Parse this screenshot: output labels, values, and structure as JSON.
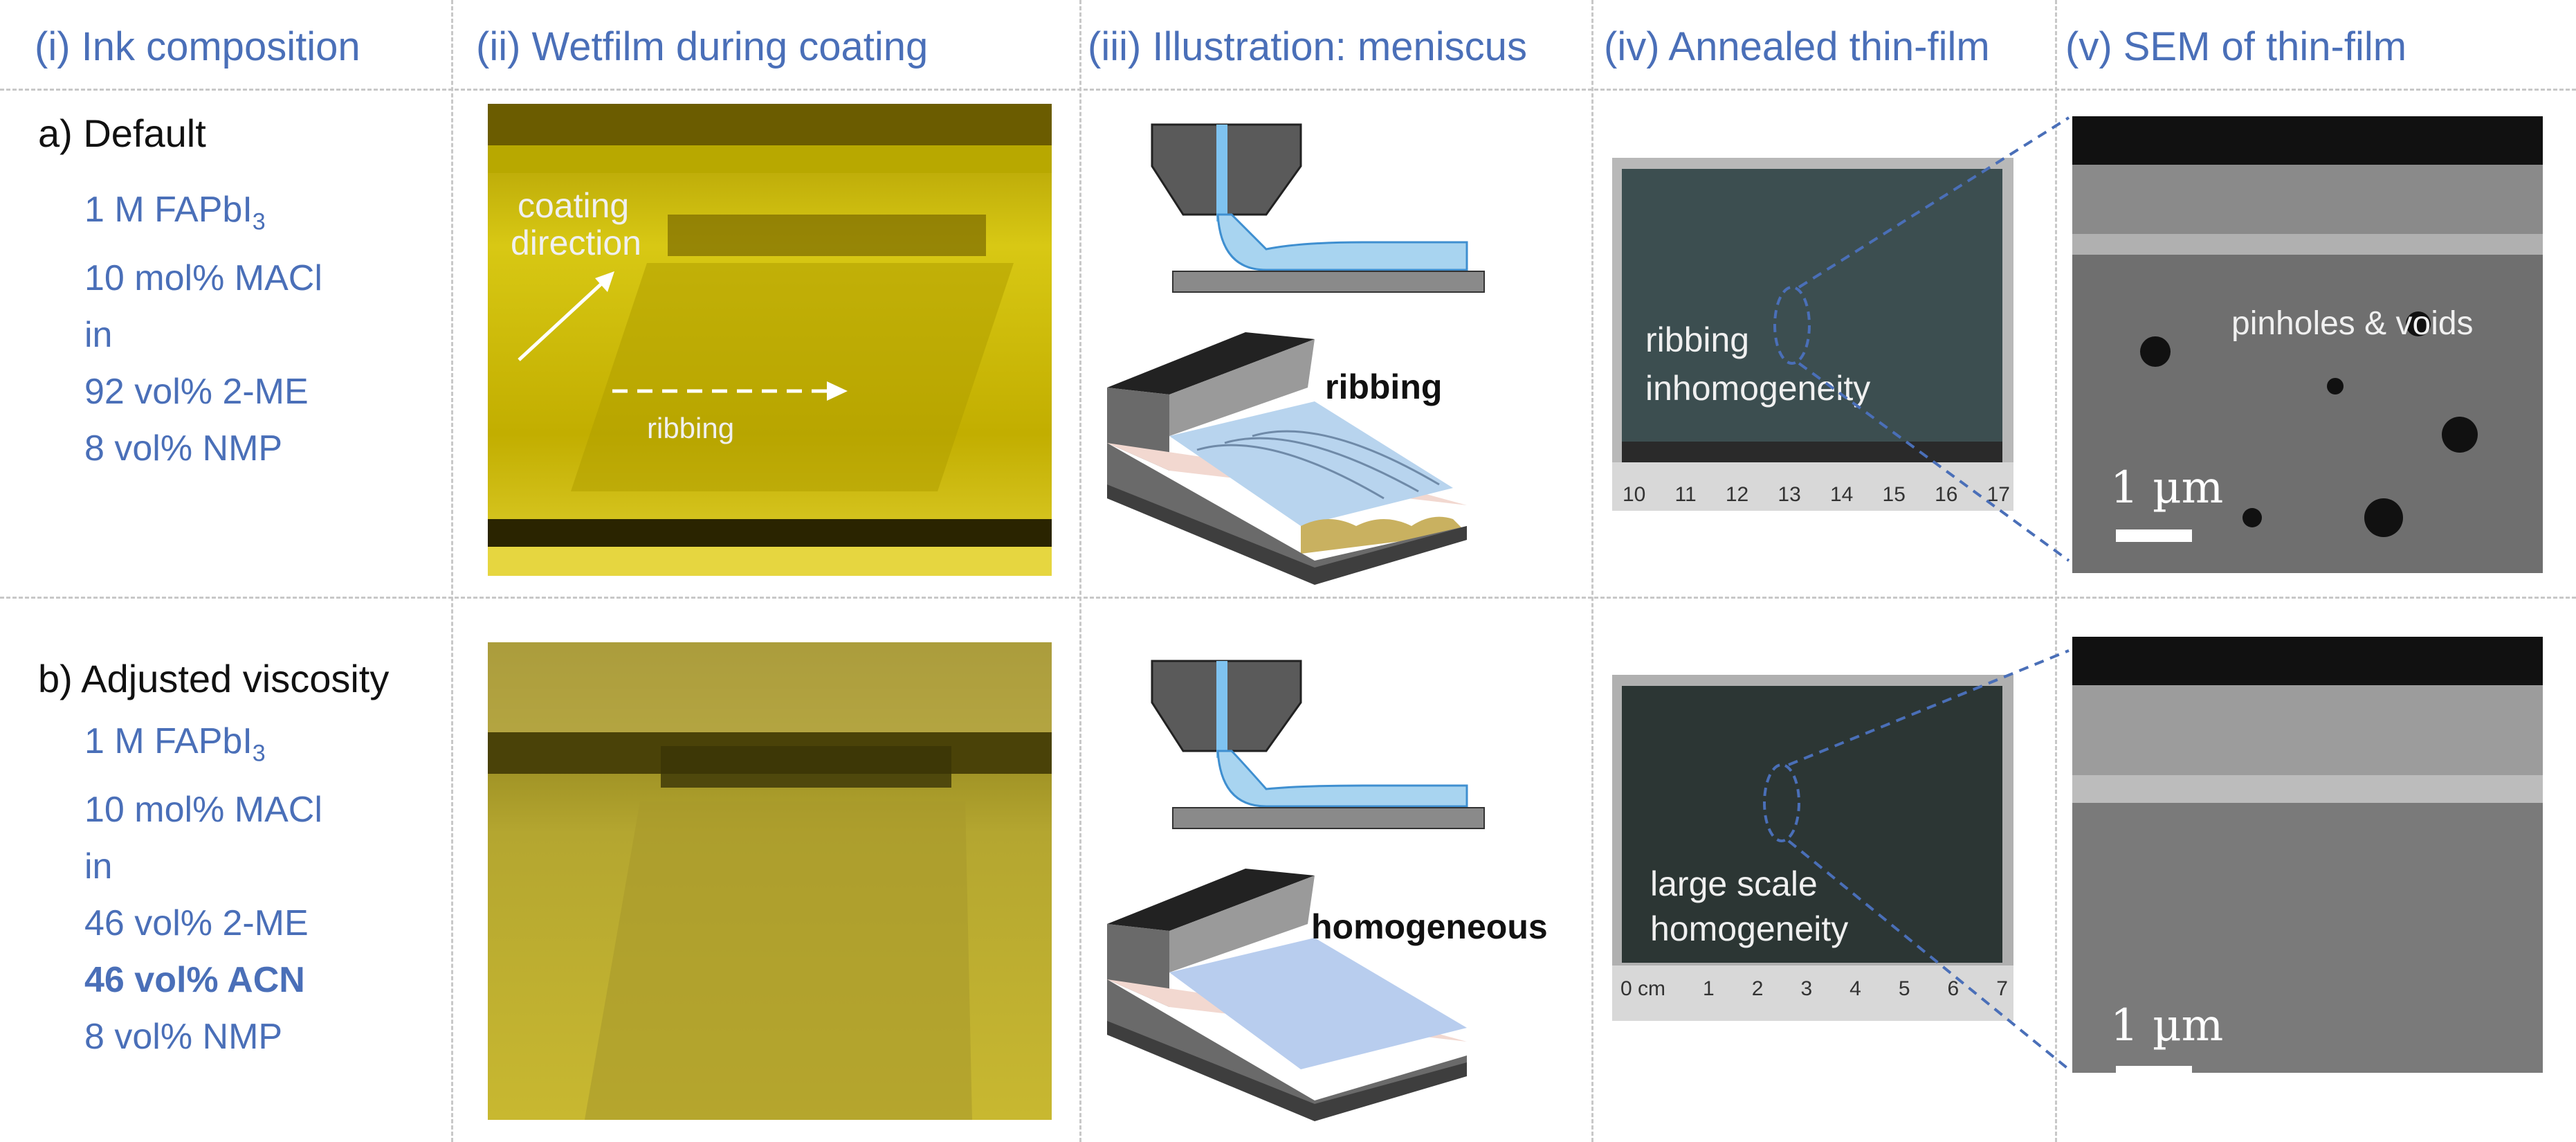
{
  "headers": {
    "ink": "(i) Ink composition",
    "wetfilm": "(ii) Wetfilm during coating",
    "illustration": "(iii) Illustration: meniscus",
    "annealed": "(iv) Annealed thin-film",
    "sem": "(v) SEM of thin-film"
  },
  "row_a": {
    "title": "a) Default",
    "ink_lines": [
      "1 M FAPbI",
      "10 mol% MACl",
      "in",
      "92 vol% 2-ME",
      "8 vol% NMP"
    ],
    "ink_sub": "3",
    "wetfilm_labels": {
      "coating_direction_1": "coating",
      "coating_direction_2": "direction",
      "ribbing": "ribbing"
    },
    "illustration_label": "ribbing",
    "annealed_labels": {
      "line1": "ribbing",
      "line2": "inhomogeneity"
    },
    "annealed_ruler": [
      "10",
      "11",
      "12",
      "13",
      "14",
      "15",
      "16",
      "17"
    ],
    "sem_label": "pinholes & voids",
    "sem_scale": "1 µm"
  },
  "row_b": {
    "title": "b) Adjusted viscosity",
    "ink_lines": [
      "1 M FAPbI",
      "10 mol% MACl",
      "in",
      "46 vol% 2-ME",
      "46 vol% ACN",
      "8 vol% NMP"
    ],
    "ink_sub": "3",
    "illustration_label": "homogeneous",
    "annealed_labels": {
      "line1": "large scale",
      "line2": "homogeneity"
    },
    "annealed_ruler": [
      "0 cm",
      "1",
      "2",
      "3",
      "4",
      "5",
      "6",
      "7"
    ],
    "sem_scale": "1 µm"
  },
  "colors": {
    "accent": "#4a6fb8",
    "dashed": "#c8c8c8",
    "wetfilm": "#c9b800",
    "meniscus": "#a8d4f0"
  }
}
